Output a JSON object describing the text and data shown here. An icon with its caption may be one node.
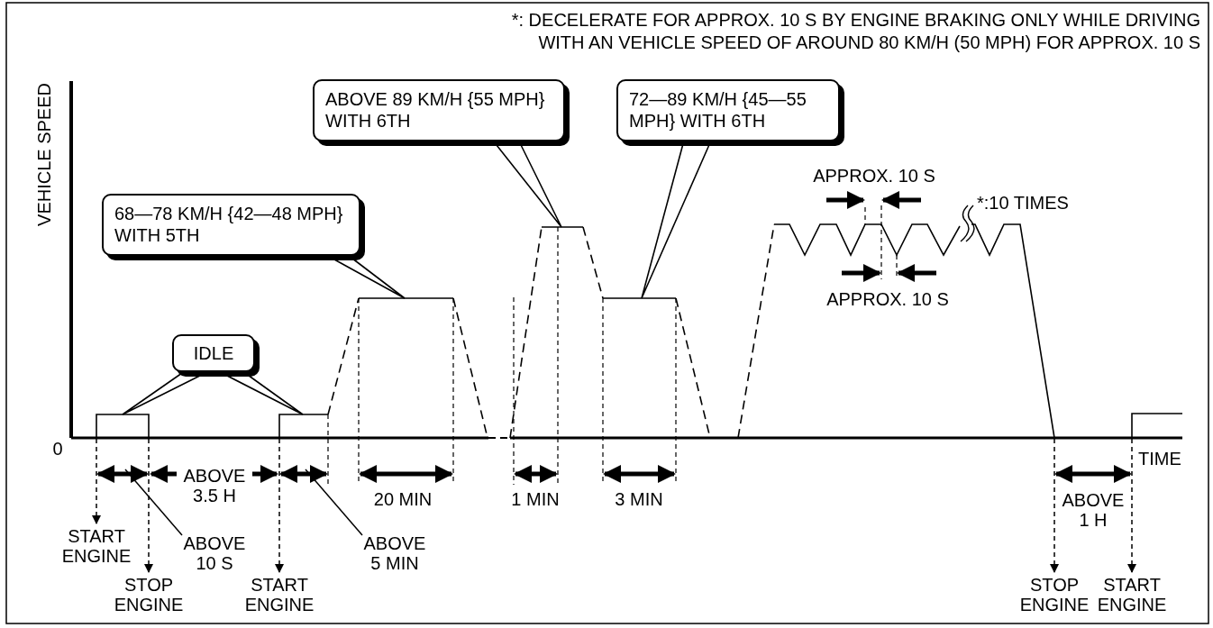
{
  "diagram": {
    "nodes": [
      {
        "text": [
          "IDLE"
        ]
      },
      {
        "text": [
          "68—78 KM/H {42—48 MPH} WITH 5TH"
        ]
      },
      {
        "text": [
          "ABOVE 89 KM/H {55 MPH} WITH 6TH"
        ]
      },
      {
        "text": [
          "72—89 KM/H {45—55 MPH} WITH 6TH"
        ]
      },
      {
        "text": [
          "START ENGINE"
        ]
      },
      {
        "text": [
          "STOP ENGINE"
        ]
      },
      {
        "text": [
          "ABOVE 10 S"
        ]
      },
      {
        "text": [
          "START ENGINE"
        ]
      },
      {
        "text": [
          "ABOVE 5 MIN"
        ]
      },
      {
        "text": [
          "STOP ENGINE"
        ]
      },
      {
        "text": [
          "START ENGINE"
        ]
      }
    ],
    "edges": [
      {
        "from": 0,
        "to": null,
        "arrow": "none"
      },
      {
        "from": 0,
        "to": null,
        "arrow": "none"
      },
      {
        "from": 1,
        "to": null,
        "arrow": "none"
      },
      {
        "from": 2,
        "to": null,
        "arrow": "none"
      },
      {
        "from": 3,
        "to": null,
        "arrow": "none"
      },
      {
        "from": null,
        "to": 4,
        "arrow": "to",
        "style": "dashed"
      },
      {
        "from": null,
        "to": 5,
        "arrow": "to",
        "style": "dashed"
      },
      {
        "from": 6,
        "to": null,
        "arrow": "none"
      },
      {
        "from": null,
        "to": 7,
        "arrow": "to",
        "style": "dashed"
      },
      {
        "from": 8,
        "to": null,
        "arrow": "none"
      },
      {
        "from": null,
        "to": 9,
        "arrow": "to",
        "style": "dashed"
      },
      {
        "from": null,
        "to": 10,
        "arrow": "to",
        "style": "dashed"
      }
    ],
    "labels": [
      "*: DECELERATE FOR APPROX. 10 S BY ENGINE BRAKING ONLY WHILE DRIVING WITH AN VEHICLE SPEED OF AROUND 80 KM/H (50 MPH) FOR APPROX. 10 S",
      "VEHICLE SPEED",
      "APPROX. 10 S",
      "*:10 TIMES",
      "APPROX. 10 S",
      "0",
      "ABOVE 3.5 H",
      "TIME",
      "20 MIN",
      "1 MIN",
      "3 MIN",
      "ABOVE 1 H"
    ]
  }
}
